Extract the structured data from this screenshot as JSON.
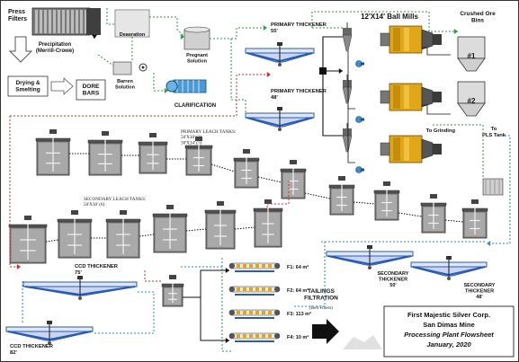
{
  "press_filters": "Press\nFilters",
  "precipitation": "Precipitation\n(Merrill-Crowe)",
  "deaeration": "Deaeration",
  "pregnant_solution": "Pregnant\nSolution",
  "barren_solution": "Barren\nSolution",
  "drying_smelting": "Drying &\nSmelting",
  "dore_bars": "DORE\nBARS",
  "clarification": "CLARIFICATION",
  "primary_thickener_1": "PRIMARY THICKENER\n55'",
  "primary_thickener_2": "PRIMARY THICKENER\n48'",
  "ball_mills": "12'X14' Ball Mills",
  "crushed_ore_bins": "Crushed Ore\nBins",
  "bin_1": "#1",
  "bin_2": "#2",
  "to_grinding": "To Grinding",
  "to_pls_tank": "To\nPLS Tank",
  "primary_leach_tanks": "PRIMARY LEACH TANKS:\n50'X30' (2)\n30'X34' (8)",
  "secondary_leach_tanks": "SECONDARY LEACH TANKS:\n50'X30' (6)",
  "ccd_thickener_75": "CCD THICKENER\n75'",
  "ccd_thickener_82": "CCD THICKENER\n82'",
  "secondary_thickener_50": "SECONDARY\nTHICKENER\n50'",
  "secondary_thickener_48": "SECONDARY\nTHICKENER\n48'",
  "filter_1": "F1: 64 m²",
  "filter_2": "F2: 64 m²",
  "filter_3": "F3: 113 m²",
  "filter_4": "F4: 10 m²",
  "tailings_filtration": "TAILINGS\nFILTRATION",
  "belt_filters": "(Belt Filters)",
  "company": "First Majestic Silver Corp.",
  "mine": "San Dimas Mine",
  "sheet_title": "Processing Plant Flowsheet",
  "date": "January, 2020",
  "colors": {
    "flow_red": "#d42a2a",
    "flow_green": "#2e9a4a",
    "flow_blue": "#2a8ad4",
    "flow_black": "#111111",
    "thickener_blue": "#2a5ab5",
    "mill_yellow": "#e0a818",
    "tank_gray": "#b8b8b8"
  }
}
